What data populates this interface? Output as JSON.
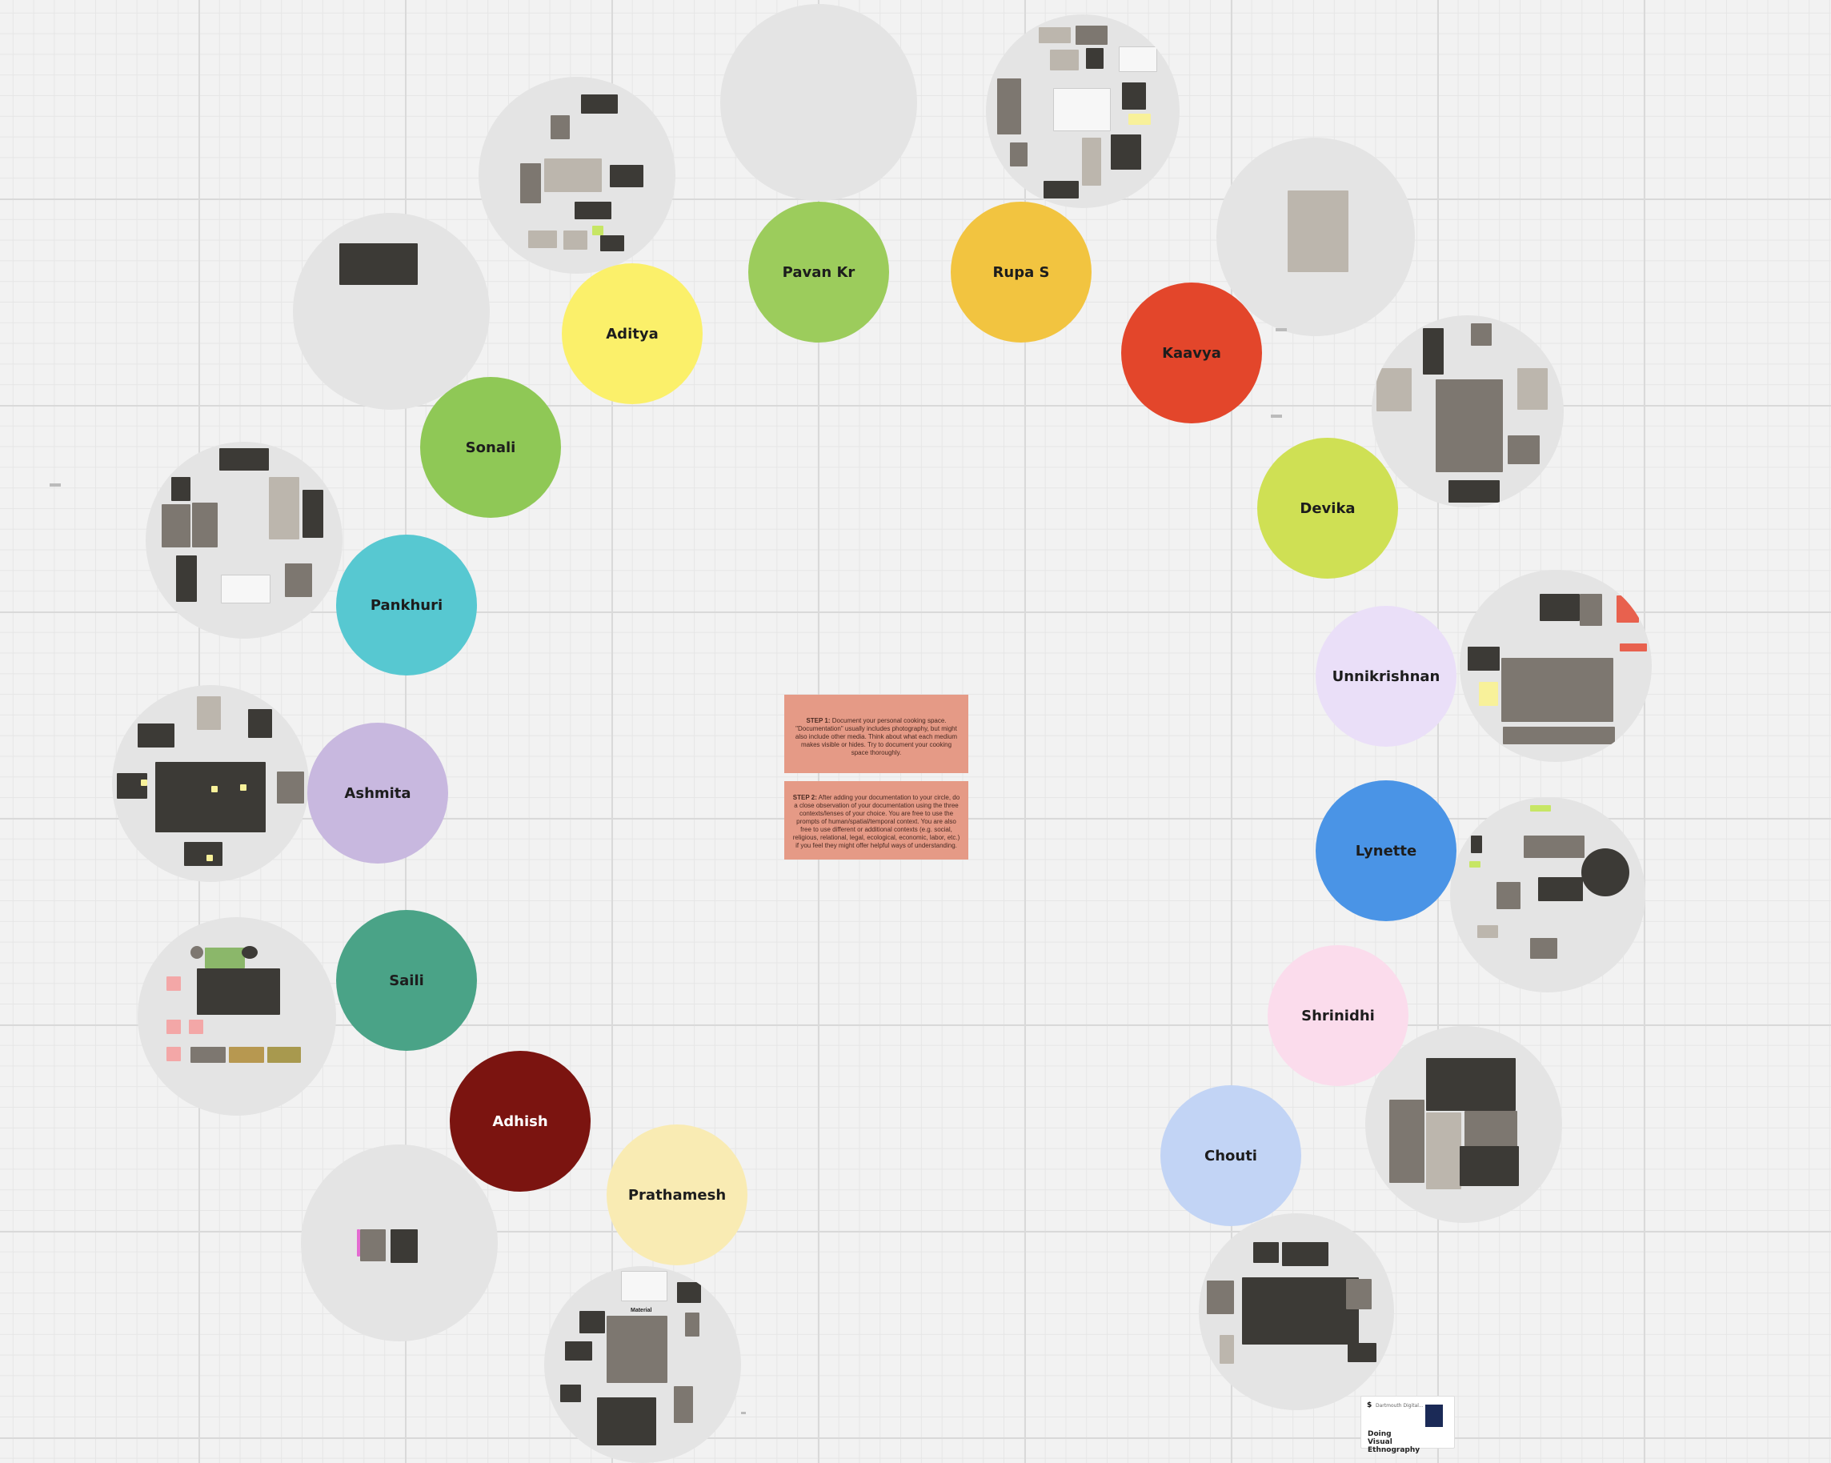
{
  "participants": [
    {
      "name": "Pavan Kr",
      "color": "#9ccc5c"
    },
    {
      "name": "Rupa S",
      "color": "#f2c440"
    },
    {
      "name": "Kaavya",
      "color": "#e3462b"
    },
    {
      "name": "Devika",
      "color": "#cfe054"
    },
    {
      "name": "Unnikrishnan",
      "color": "#eadff8"
    },
    {
      "name": "Lynette",
      "color": "#4a94e6"
    },
    {
      "name": "Shrinidhi",
      "color": "#fbdcec"
    },
    {
      "name": "Chouti",
      "color": "#c2d4f5"
    },
    {
      "name": "Prathamesh",
      "color": "#f9ebb3"
    },
    {
      "name": "Adhish",
      "color": "#7b1410"
    },
    {
      "name": "Saili",
      "color": "#4aa387"
    },
    {
      "name": "Ashmita",
      "color": "#c8b8df"
    },
    {
      "name": "Pankhuri",
      "color": "#57c8d1"
    },
    {
      "name": "Sonali",
      "color": "#8fc856"
    },
    {
      "name": "Aditya",
      "color": "#fbf06a"
    }
  ],
  "instructions": {
    "step1_label": "STEP 1:",
    "step1_text": "Document your personal cooking space. \"Documentation\" usually includes photography, but might also include other media. Think about what each medium makes visible or hides. Try to document your cooking space thoroughly.",
    "step2_label": "STEP 2:",
    "step2_text": "After adding your documentation to your circle, do a close observation of your documentation using the three contexts/lenses of your choice. You are free to use the prompts of human/spatial/temporal context. You are also free to use different or additional contexts (e.g. social, religious, relational, legal, ecological, economic, labor, etc.) if you feel they might offer helpful ways of understanding."
  },
  "prathamesh_board_label": "Material",
  "resource_card": {
    "source": "Dartmouth Digital...",
    "title": "Doing Visual Ethnography"
  }
}
